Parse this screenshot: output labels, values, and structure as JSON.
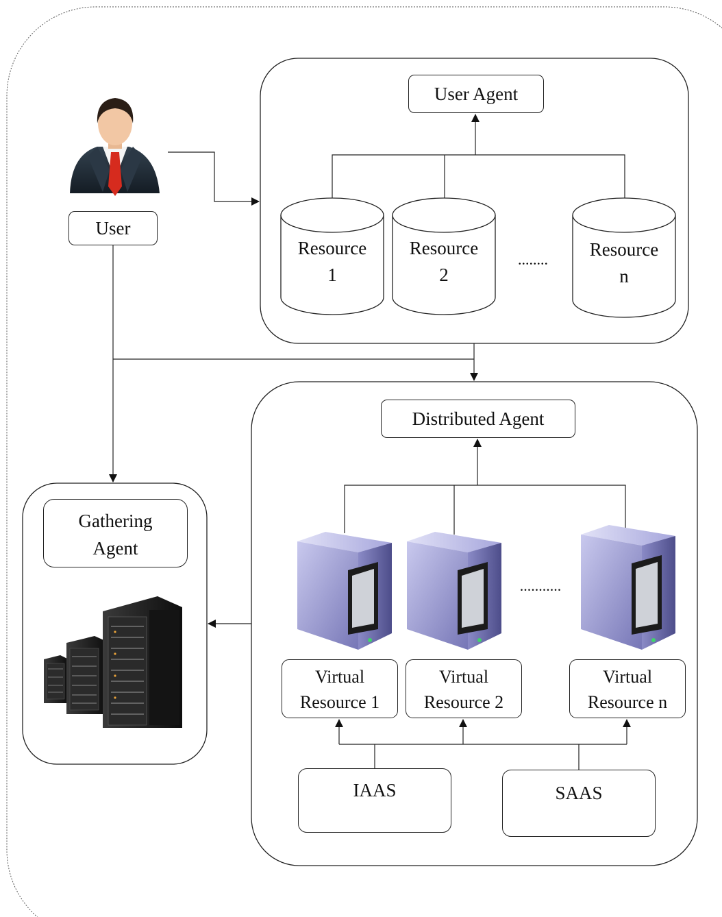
{
  "user": {
    "label": "User"
  },
  "user_agent": {
    "label": "User Agent"
  },
  "resources": [
    {
      "line1": "Resource",
      "line2": "1"
    },
    {
      "line1": "Resource",
      "line2": "2"
    },
    {
      "line1": "Resource",
      "line2": "n"
    }
  ],
  "resource_ellipsis": "........",
  "distributed_agent": {
    "label": "Distributed Agent"
  },
  "virtual_resources": [
    {
      "line1": "Virtual",
      "line2": "Resource 1"
    },
    {
      "line1": "Virtual",
      "line2": "Resource 2"
    },
    {
      "line1": "Virtual",
      "line2": "Resource n"
    }
  ],
  "virtual_ellipsis": "...........",
  "gathering_agent": {
    "line1": "Gathering",
    "line2": "Agent"
  },
  "services": {
    "iaas": "IAAS",
    "saas": "SAAS"
  },
  "colors": {
    "line": "#222222",
    "server_body": "#9b9bd3",
    "server_dark": "#5e5e9e",
    "rack": "#1c1c1c",
    "suit": "#1f2a36",
    "tie": "#d62b1e",
    "skin": "#f2c7a4"
  },
  "icons": [
    "user-avatar-icon",
    "server-tower-icon",
    "server-rack-icon",
    "database-cylinder-icon"
  ]
}
